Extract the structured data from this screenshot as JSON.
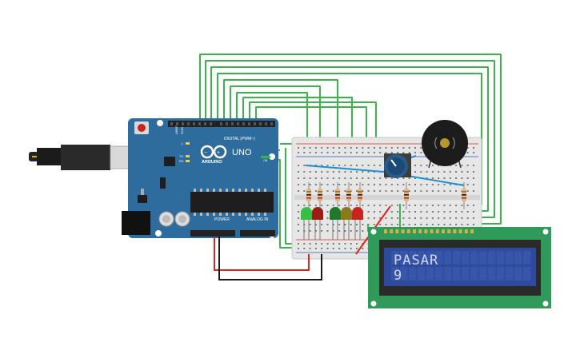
{
  "arduino": {
    "brand": "ARDUINO",
    "model": "UNO",
    "digital_label": "DIGITAL (PWM~)",
    "power_label": "POWER",
    "analog_label": "ANALOG IN",
    "on_label": "ON",
    "tx_label": "TX",
    "rx_label": "RX",
    "aref_label": "AREF",
    "gnd_label": "GND",
    "l_label": "L"
  },
  "lcd": {
    "line1": "PASAR",
    "line2": "9",
    "backlight_color": "#2e4a9a",
    "pcb_color": "#2f9a5a"
  },
  "colors": {
    "wire_green": "#3ab54a",
    "wire_red": "#d8281c",
    "wire_black": "#1a1a1a",
    "wire_blue": "#1f8fd0",
    "board_blue": "#2d6c9d",
    "led_green": "#35c042",
    "led_red": "#c8231d",
    "led_yellow": "#b89a1c"
  }
}
